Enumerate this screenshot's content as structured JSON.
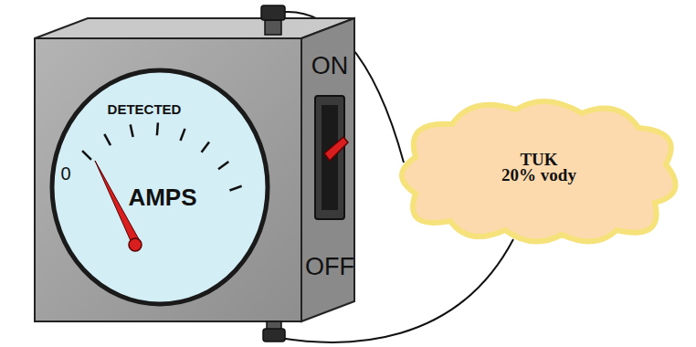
{
  "diagram": {
    "nodes": [
      {
        "text": [
          "TUK",
          "20% vody"
        ]
      }
    ],
    "labels": [
      "DETECTED",
      "0",
      "AMPS",
      "ON",
      "OFF"
    ]
  }
}
